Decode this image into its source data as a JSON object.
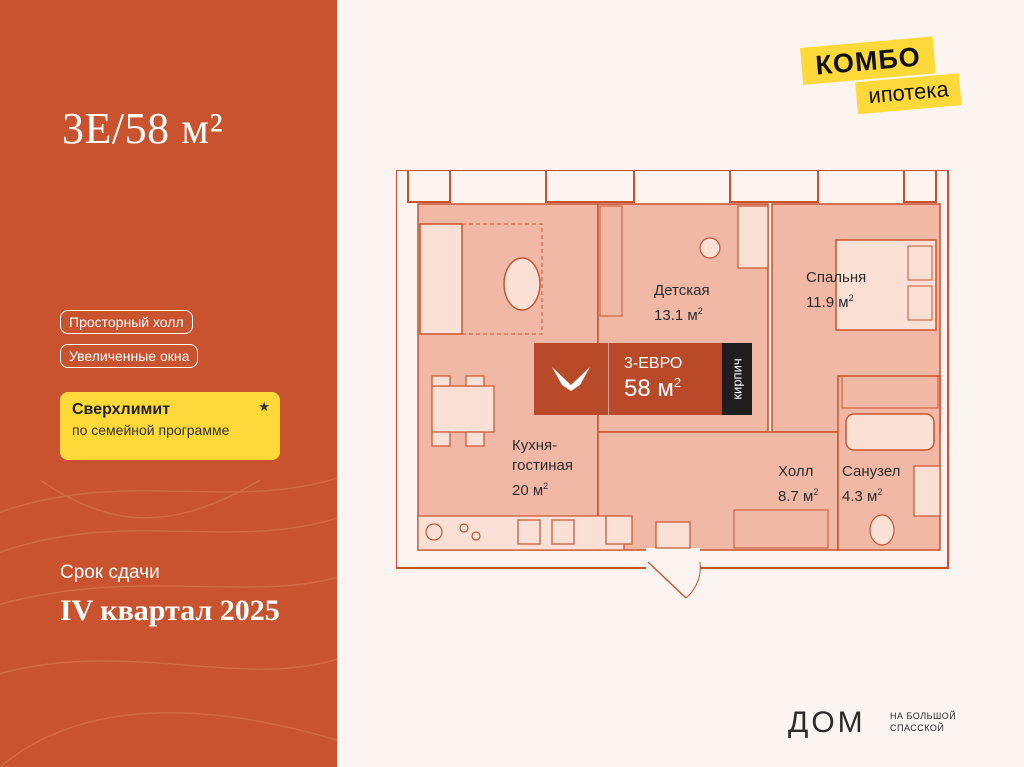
{
  "apartment": {
    "title": "3Е/58 м²"
  },
  "features": [
    "Просторный холл",
    "Увеличенные окна"
  ],
  "promo": {
    "title": "Сверхлимит",
    "subtitle": "по семейной программе",
    "icon": "star-icon"
  },
  "deadline": {
    "label": "Срок сдачи",
    "value": "IV квартал 2025"
  },
  "combo_badge": {
    "line1": "КОМБО",
    "line2": "ипотека"
  },
  "rooms": [
    {
      "name": "Детская",
      "area": "13.1 м"
    },
    {
      "name": "Спальня",
      "area": "11.9 м"
    },
    {
      "name": "Кухня-",
      "name2": "гостиная",
      "area": "20 м"
    },
    {
      "name": "Холл",
      "area": "8.7 м"
    },
    {
      "name": "Санузел",
      "area": "4.3 м"
    }
  ],
  "area_unit_sup": "2",
  "plan_badge": {
    "type": "3-ЕВРО",
    "area": "58 м",
    "area_sup": "2",
    "material": "кирпич"
  },
  "logo": {
    "main": "ДОМ",
    "line1": "НА БОЛЬШОЙ",
    "line2": "СПАССКОЙ"
  },
  "colors": {
    "accent": "#c8532e",
    "promo": "#ffd93a",
    "room_fill": "#f2b8a6",
    "badge": "#b84a2a"
  }
}
